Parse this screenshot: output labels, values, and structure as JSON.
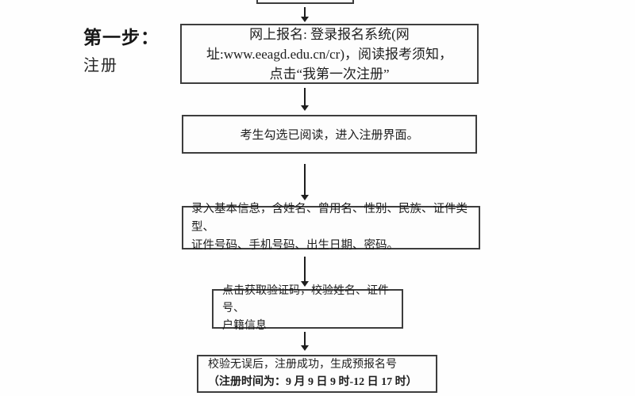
{
  "step_label": {
    "title": "第一步：",
    "subtitle": "注册"
  },
  "colors": {
    "background": "#fefefe",
    "box_border": "#3d3d3d",
    "text": "#1d1d1d",
    "arrow": "#1e1e1e"
  },
  "flow": {
    "top_box_text": "",
    "box_register": "网上报名: 登录报名系统(网\n址:www.eeagd.edu.cn/cr)，阅读报考须知，\n点击“我第一次注册”",
    "box_check_read": "考生勾选已阅读，进入注册界面。",
    "box_basic_info": "录入基本信息，含姓名、曾用名、性别、民族、证件类型、\n证件号码、手机号码、出生日期、密码。",
    "box_verify": "点击获取验证码，校验姓名、证件号、\n户籍信息",
    "box_success_line1": "校验无误后，注册成功，生成预报名号",
    "box_success_line2": "（注册时间为：9 月 9 日 9 时-12 日 17 时）"
  }
}
